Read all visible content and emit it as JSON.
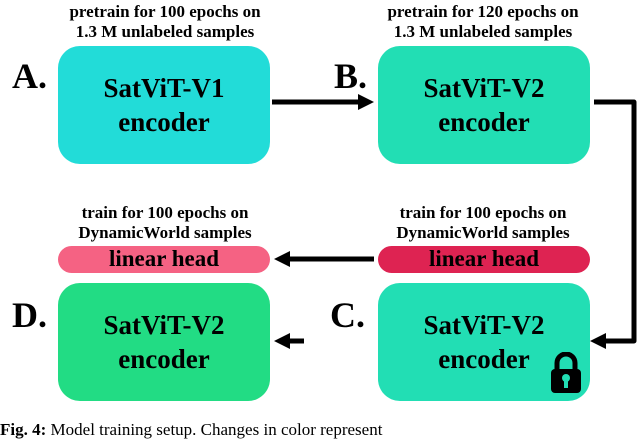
{
  "stages": {
    "A": {
      "label": "A.",
      "note_line1": "pretrain for 100 epochs on",
      "note_line2": "1.3 M unlabeled samples",
      "title": "SatViT-V1",
      "subtitle": "encoder",
      "color": "#22dcd8"
    },
    "B": {
      "label": "B.",
      "note_line1": "pretrain for 120 epochs on",
      "note_line2": "1.3 M unlabeled samples",
      "title": "SatViT-V2",
      "subtitle": "encoder",
      "color": "#22deb4"
    },
    "C": {
      "label": "C.",
      "note_line1": "train for 100 epochs on",
      "note_line2": "DynamicWorld samples",
      "head_label": "linear head",
      "head_color": "#de2352",
      "title": "SatViT-V2",
      "subtitle": "encoder",
      "color": "#22deb4",
      "icon": "lock-icon"
    },
    "D": {
      "label": "D.",
      "note_line1": "train for 100 epochs on",
      "note_line2": "DynamicWorld samples",
      "head_label": "linear head",
      "head_color": "#f56283",
      "title": "SatViT-V2",
      "subtitle": "encoder",
      "color": "#22dc84"
    }
  },
  "caption": {
    "fig_label": "Fig. 4:",
    "text": "Model training setup. Changes in color represent"
  }
}
